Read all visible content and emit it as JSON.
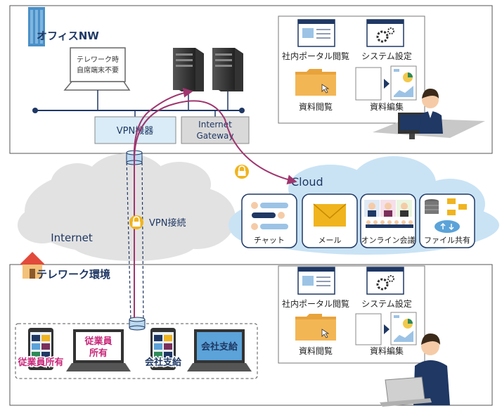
{
  "office": {
    "title": "オフィスNW",
    "laptop_line1": "テレワーク時",
    "laptop_line2": "自席端末不要",
    "vpn_device": "VPN機器",
    "gateway_line1": "Internet",
    "gateway_line2": "Gateway",
    "apps": {
      "portal": "社内ポータル閲覧",
      "system": "システム設定",
      "docs_view": "資料閲覧",
      "docs_edit": "資料編集"
    }
  },
  "internet": {
    "label": "Internet",
    "vpn_label": "VPN接続"
  },
  "cloud": {
    "label": "Cloud",
    "services": [
      "チャット",
      "メール",
      "オンライン会議",
      "ファイル共有"
    ]
  },
  "telework": {
    "title": "テレワーク環境",
    "devices": {
      "employee_phone": "従業員所有",
      "employee_laptop_line1": "従業員",
      "employee_laptop_line2": "所有",
      "company_phone": "会社支給",
      "company_laptop": "会社支給"
    },
    "apps": {
      "portal": "社内ポータル閲覧",
      "system": "システム設定",
      "docs_view": "資料閲覧",
      "docs_edit": "資料編集"
    }
  },
  "colors": {
    "frame": "#555555",
    "navy": "#1f3864",
    "purple": "#a0356e",
    "gold": "#f0b41e",
    "cloud_blue": "#c9e3f5",
    "cloud_gray": "#e2e2e2",
    "vpn_box": "#d9ecf7",
    "red_text": "#c8287a"
  }
}
